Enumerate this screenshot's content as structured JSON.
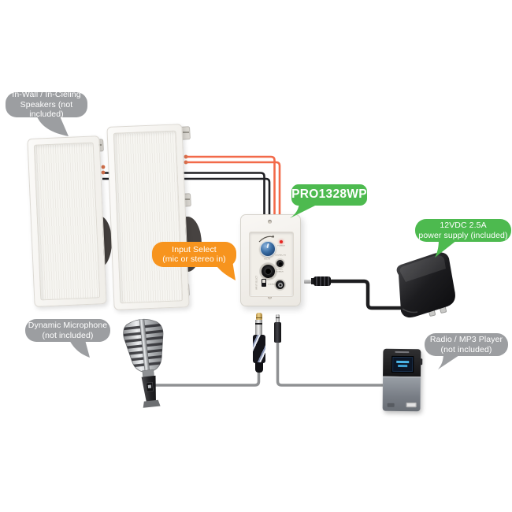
{
  "callouts": {
    "speakers": {
      "line1": "In-Wall / In-Cieling",
      "line2": "Speakers (not included)"
    },
    "model": {
      "text": "PRO1328WP"
    },
    "input_select": {
      "line1": "Input Select",
      "line2": "(mic or stereo in)"
    },
    "power_supply": {
      "line1": "12VDC 2.5A",
      "line2": "power supply (included)"
    },
    "microphone": {
      "line1": "Dynamic Microphone",
      "line2": "(not included)"
    },
    "radio": {
      "line1": "Radio / MP3 Player",
      "line2": "(not included)"
    }
  },
  "wall_plate": {
    "power_led_label": "POWER",
    "mic_in_label": "MIC IN",
    "stereo_in_label": "STEREO IN",
    "dc_label_line1": "12VDC",
    "dc_label_line2": "POWER",
    "input_select_label": "INPUT SELECT",
    "switch_top_label": "MIC",
    "switch_bottom_label": "STEREO"
  },
  "colors": {
    "gray_bubble": "#9c9ea1",
    "green_bubble": "#4dba4f",
    "orange_bubble": "#f7941e",
    "wire_orange": "#f26a4a",
    "wire_black": "#202024",
    "cable_gray": "#8f9193",
    "power_cable_black": "#1d1d1f",
    "knob_blue": "#3a6ea5"
  }
}
